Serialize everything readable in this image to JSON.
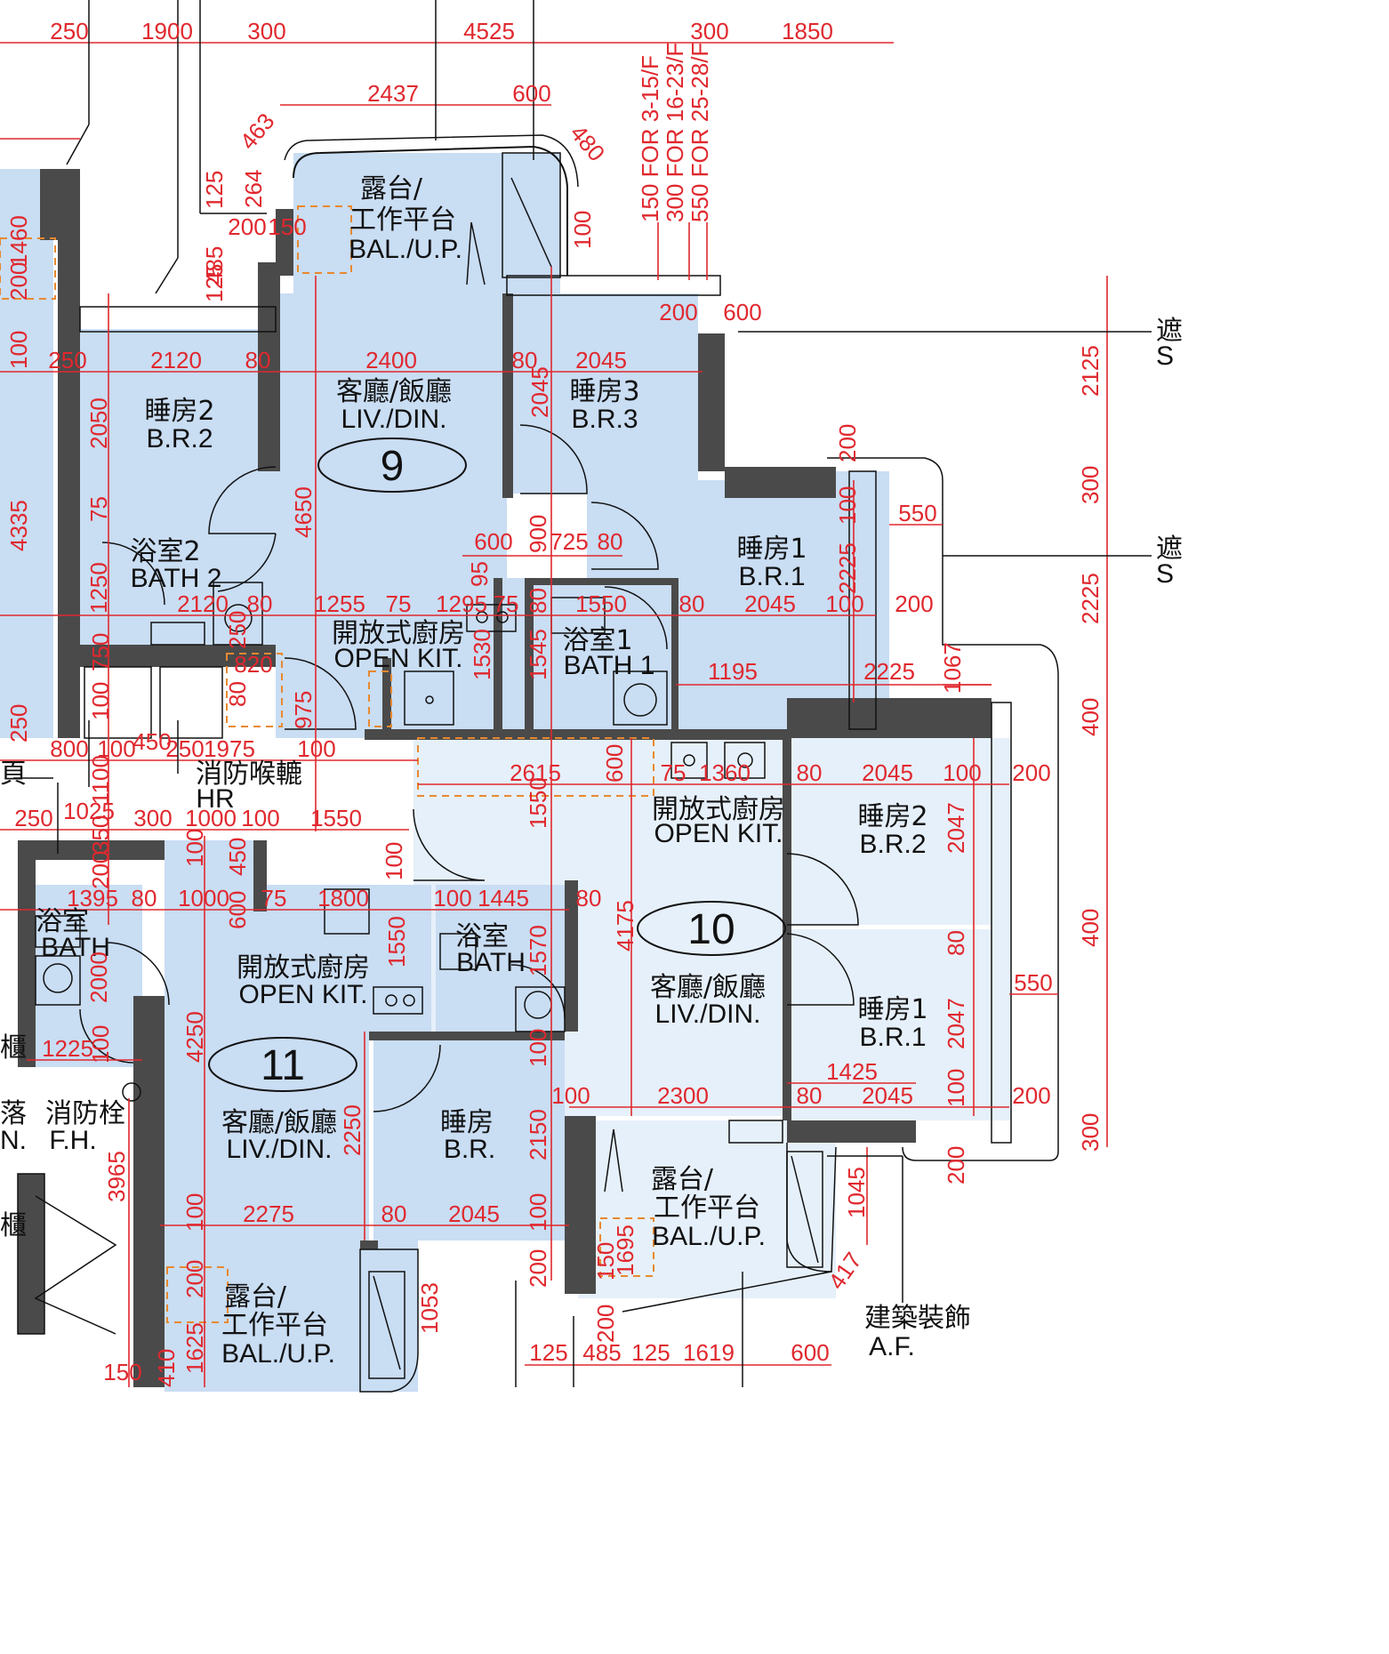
{
  "units": {
    "unit_9": {
      "number": "9",
      "liv_cn": "客廳/飯廳",
      "liv_en": "LIV./DIN.",
      "br2_cn": "睡房2",
      "br2_en": "B.R.2",
      "br3_cn": "睡房3",
      "br3_en": "B.R.3",
      "br1_cn": "睡房1",
      "br1_en": "B.R.1",
      "bath2_cn": "浴室2",
      "bath2_en": "BATH 2",
      "bath1_cn": "浴室1",
      "bath1_en": "BATH 1",
      "kit_cn": "開放式廚房",
      "kit_en": "OPEN KIT.",
      "bal_cn1": "露台/",
      "bal_cn2": "工作平台",
      "bal_en": "BAL./U.P."
    },
    "unit_10": {
      "number": "10",
      "liv_cn": "客廳/飯廳",
      "liv_en": "LIV./DIN.",
      "br2_cn": "睡房2",
      "br2_en": "B.R.2",
      "br1_cn": "睡房1",
      "br1_en": "B.R.1",
      "kit_cn": "開放式廚房",
      "kit_en": "OPEN KIT.",
      "bal_cn1": "露台/",
      "bal_cn2": "工作平台",
      "bal_en": "BAL./U.P."
    },
    "unit_11": {
      "number": "11",
      "liv_cn": "客廳/飯廳",
      "liv_en": "LIV./DIN.",
      "br_cn": "睡房",
      "br_en": "B.R.",
      "bath_cn": "浴室",
      "bath_en": "BATH",
      "kit_cn": "開放式廚房",
      "kit_en": "OPEN KIT.",
      "bal_cn1": "露台/",
      "bal_cn2": "工作平台",
      "bal_en": "BAL./U.P."
    }
  },
  "shared": {
    "bath_cn": "浴室",
    "bath_en": "BATH",
    "hr_cn": "消防喉轆",
    "hr_en": "HR",
    "fh_cn": "消防栓",
    "fh_en": "F.H.",
    "af_cn": "建築裝飾",
    "af_en": "A.F."
  },
  "floor_notes": [
    "150 FOR 3-15/F",
    "300 FOR 16-23/F",
    "550 FOR 25-28/F"
  ],
  "dimensions_top": [
    "250",
    "1900",
    "300",
    "4525",
    "300",
    "1850"
  ],
  "dimensions_unit9": [
    "2437",
    "600",
    "480",
    "463",
    "264",
    "200",
    "150",
    "125",
    "485",
    "125",
    "1460",
    "200",
    "100",
    "250",
    "2120",
    "80",
    "2400",
    "80",
    "2045",
    "2045",
    "2050",
    "4650",
    "4335",
    "75",
    "600",
    "900",
    "725",
    "80",
    "95",
    "1250",
    "2120",
    "80",
    "1255",
    "75",
    "1295",
    "75",
    "80",
    "1550",
    "80",
    "2045",
    "100",
    "200",
    "1530",
    "1545",
    "1195",
    "2225",
    "550",
    "200",
    "100",
    "2225",
    "1067",
    "100",
    "200",
    "600",
    "820",
    "80",
    "250",
    "750",
    "100",
    "250",
    "800",
    "100",
    "450",
    "250",
    "1975",
    "100",
    "975"
  ],
  "dimensions_unit10": [
    "2615",
    "600",
    "75",
    "1360",
    "80",
    "2045",
    "100",
    "200",
    "1550",
    "4175",
    "2047",
    "80",
    "2047",
    "550",
    "1425",
    "100",
    "2300",
    "80",
    "2045",
    "100",
    "200",
    "200",
    "1045",
    "417",
    "1695",
    "150",
    "200",
    "125",
    "485",
    "125",
    "1619",
    "600",
    "300",
    "400",
    "2225",
    "300",
    "2125",
    "100",
    "400"
  ],
  "dimensions_unit11": [
    "250",
    "1025",
    "300",
    "1000",
    "100",
    "1550",
    "1100",
    "350",
    "200",
    "100",
    "450",
    "1395",
    "80",
    "1000",
    "75",
    "1800",
    "100",
    "1445",
    "80",
    "600",
    "1550",
    "1570",
    "2000",
    "1225",
    "100",
    "4250",
    "2250",
    "2150",
    "3965",
    "100",
    "2275",
    "80",
    "2045",
    "100",
    "200",
    "1053",
    "200",
    "1625",
    "150",
    "410",
    "100"
  ],
  "right_labels": [
    "遮",
    "S",
    "遮",
    "S"
  ],
  "left_labels": [
    "櫃",
    "落",
    "N.",
    "櫃",
    "頁"
  ]
}
